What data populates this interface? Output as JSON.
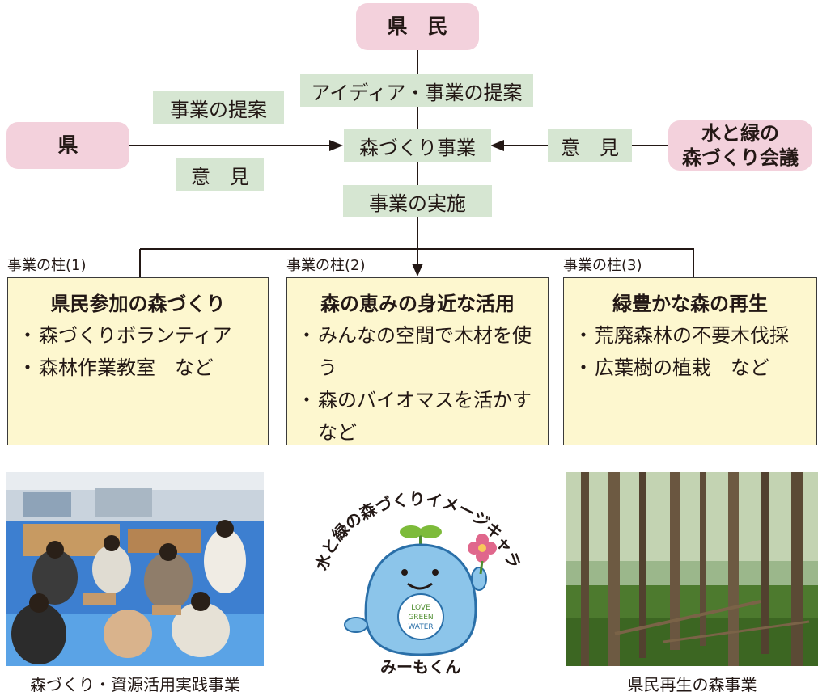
{
  "nodes": {
    "kenmin": "県　民",
    "ken": "県",
    "council_line1": "水と緑の",
    "council_line2": "森づくり会議",
    "idea_proposal": "アイディア・事業の提案",
    "proposal": "事業の提案",
    "opinion_left": "意　見",
    "forest_project": "森づくり事業",
    "opinion_right": "意　見",
    "implementation": "事業の実施"
  },
  "pillars": [
    {
      "label": "事業の柱(1)",
      "title": "県民参加の森づくり",
      "items": [
        "森づくりボランティア",
        "森林作業教室　など"
      ]
    },
    {
      "label": "事業の柱(2)",
      "title": "森の恵みの身近な活用",
      "items": [
        "みんなの空間で木材を使う",
        "森のバイオマスを活かすなど"
      ]
    },
    {
      "label": "事業の柱(3)",
      "title": "緑豊かな森の再生",
      "items": [
        "荒廃森林の不要木伐採",
        "広葉樹の植栽　など"
      ]
    }
  ],
  "photos": {
    "left_caption": "森づくり・資源活用実践事業",
    "right_caption": "県民再生の森事業"
  },
  "mascot": {
    "arc_text": "水と緑の森づくりイメージキャラクター",
    "badge_line1": "LOVE",
    "badge_line2": "GREEN",
    "badge_line3": "WATER",
    "name": "みーもくん"
  },
  "colors": {
    "pink_box": "#f3d1dc",
    "green_box": "#d6e6d2",
    "pillar_box": "#fdf7cf"
  }
}
